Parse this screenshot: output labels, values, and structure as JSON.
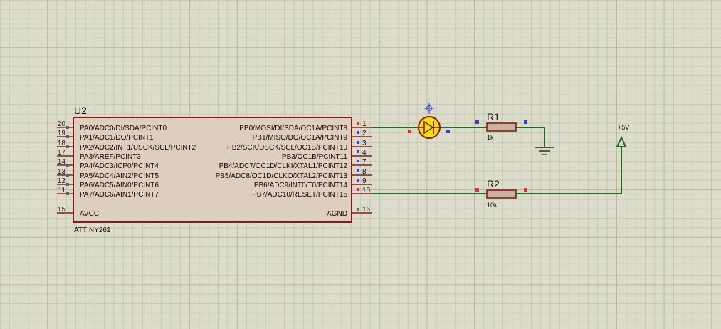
{
  "colors": {
    "background": "#dcdccb",
    "wire": "#1f6b1f",
    "component_outline": "#8a1a1a",
    "chip_fill": "#dccfc0",
    "resistor_fill": "#c9b39a",
    "led_fill": "#f3df00",
    "pin_marker_blue": "#3a3ae0",
    "pin_marker_red": "#e03030",
    "pin_marker_grey": "#666666"
  },
  "u2": {
    "reference": "U2",
    "part_name": "ATTINY261",
    "left_pins": [
      {
        "num": "20",
        "label": "PA0/ADC0/DI/SDA/PCINT0"
      },
      {
        "num": "19",
        "label": "PA1/ADC1/DO/PCINT1"
      },
      {
        "num": "18",
        "label": "PA2/ADC2/INT1/USCK/SCL/PCINT2"
      },
      {
        "num": "17",
        "label": "PA3/AREF/PCINT3"
      },
      {
        "num": "14",
        "label": "PA4/ADC3/ICP0/PCINT4"
      },
      {
        "num": "13",
        "label": "PA5/ADC4/AIN2/PCINT5"
      },
      {
        "num": "12",
        "label": "PA6/ADC5/AIN0/PCINT6"
      },
      {
        "num": "11",
        "label": "PA7/ADC6/AIN1/PCINT7"
      }
    ],
    "left_power_pin": {
      "num": "15",
      "label": "AVCC"
    },
    "right_pins": [
      {
        "num": "1",
        "label": "PB0/MOSI/DI/SDA/OC1A/PCINT8"
      },
      {
        "num": "2",
        "label": "PB1/MISO/DO/OC1A/PCINT9"
      },
      {
        "num": "3",
        "label": "PB2/SCK/USCK/SCL/OC1B/PCINT10"
      },
      {
        "num": "4",
        "label": "PB3/OC1B/PCINT11"
      },
      {
        "num": "7",
        "label": "PB4/ADC7/OC1D/CLKI/XTAL1/PCINT12"
      },
      {
        "num": "8",
        "label": "PB5/ADC8/OC1D/CLKO/XTAL2/PCINT13"
      },
      {
        "num": "9",
        "label": "PB6/ADC9/INT0/T0/PCINT14"
      },
      {
        "num": "10",
        "label": "PB7/ADC10/RESET/PCINT15"
      }
    ],
    "right_power_pin": {
      "num": "16",
      "label": "AGND"
    }
  },
  "r1": {
    "reference": "R1",
    "value": "1k"
  },
  "r2": {
    "reference": "R2",
    "value": "10k"
  },
  "power": {
    "label": "+5V"
  }
}
